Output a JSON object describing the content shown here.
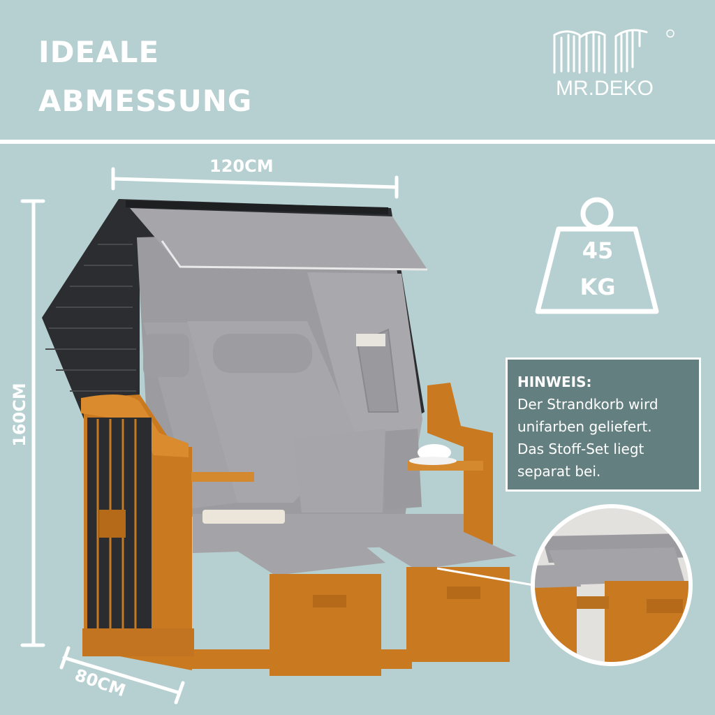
{
  "header": {
    "title_line1": "IDEALE",
    "title_line2": "ABMESSUNG"
  },
  "brand": {
    "logo_name": "MR.DEKO",
    "logo_monogram": "mr"
  },
  "dimensions": {
    "width_label": "120CM",
    "height_label": "160CM",
    "depth_label": "80CM"
  },
  "weight": {
    "value": "45",
    "unit": "KG"
  },
  "note": {
    "title": "HINWEIS:",
    "line1": "Der Strandkorb wird",
    "line2": "unifarben geliefert.",
    "line3": "Das Stoff-Set liegt",
    "line4": "separat bei."
  },
  "colors": {
    "background": "#b6cfd0",
    "note_box": "#647f80",
    "wood": "#c9791f",
    "cushion": "#a3a2a6",
    "wicker": "#2b2d30"
  }
}
